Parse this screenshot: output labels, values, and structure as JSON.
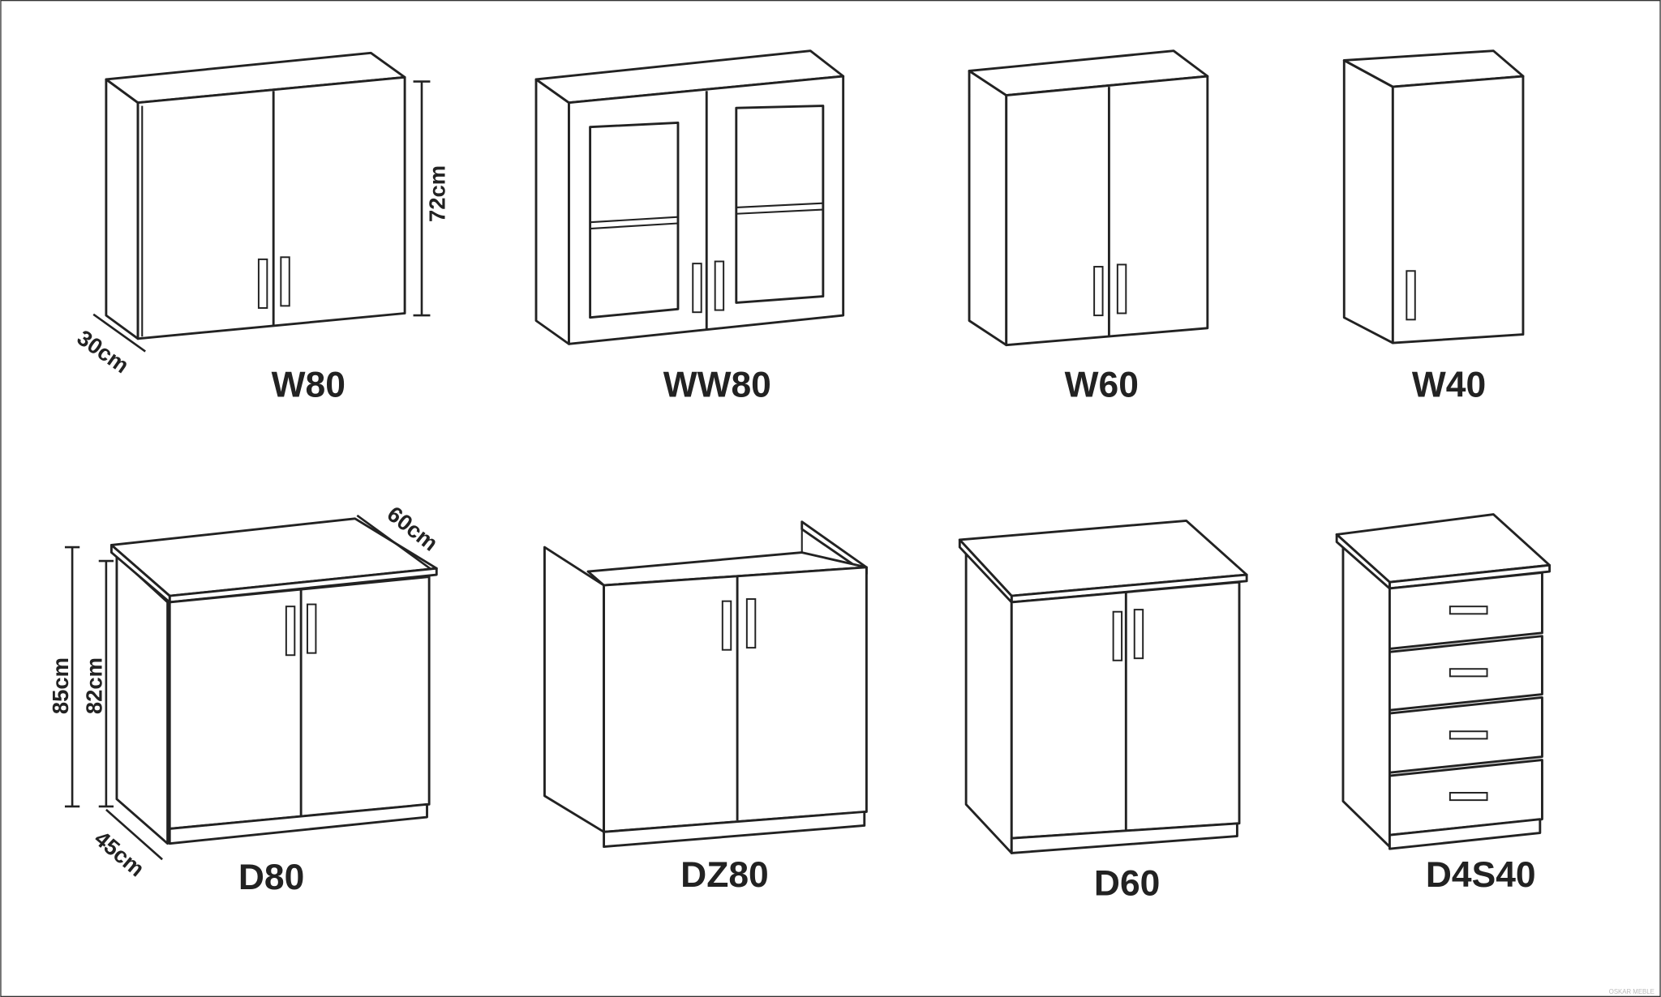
{
  "cabinets": {
    "w80": {
      "label": "W80",
      "width": "30cm",
      "height": "72cm"
    },
    "ww80": {
      "label": "WW80"
    },
    "w60": {
      "label": "W60"
    },
    "w40": {
      "label": "W40"
    },
    "d80": {
      "label": "D80",
      "depth_top": "60cm",
      "height_total": "85cm",
      "height_body": "82cm",
      "depth_body": "45cm"
    },
    "dz80": {
      "label": "DZ80"
    },
    "d60": {
      "label": "D60"
    },
    "d4s40": {
      "label": "D4S40"
    }
  },
  "watermark": "OSKAR MEBLE",
  "colors": {
    "line": "#222222",
    "background": "#ffffff"
  }
}
